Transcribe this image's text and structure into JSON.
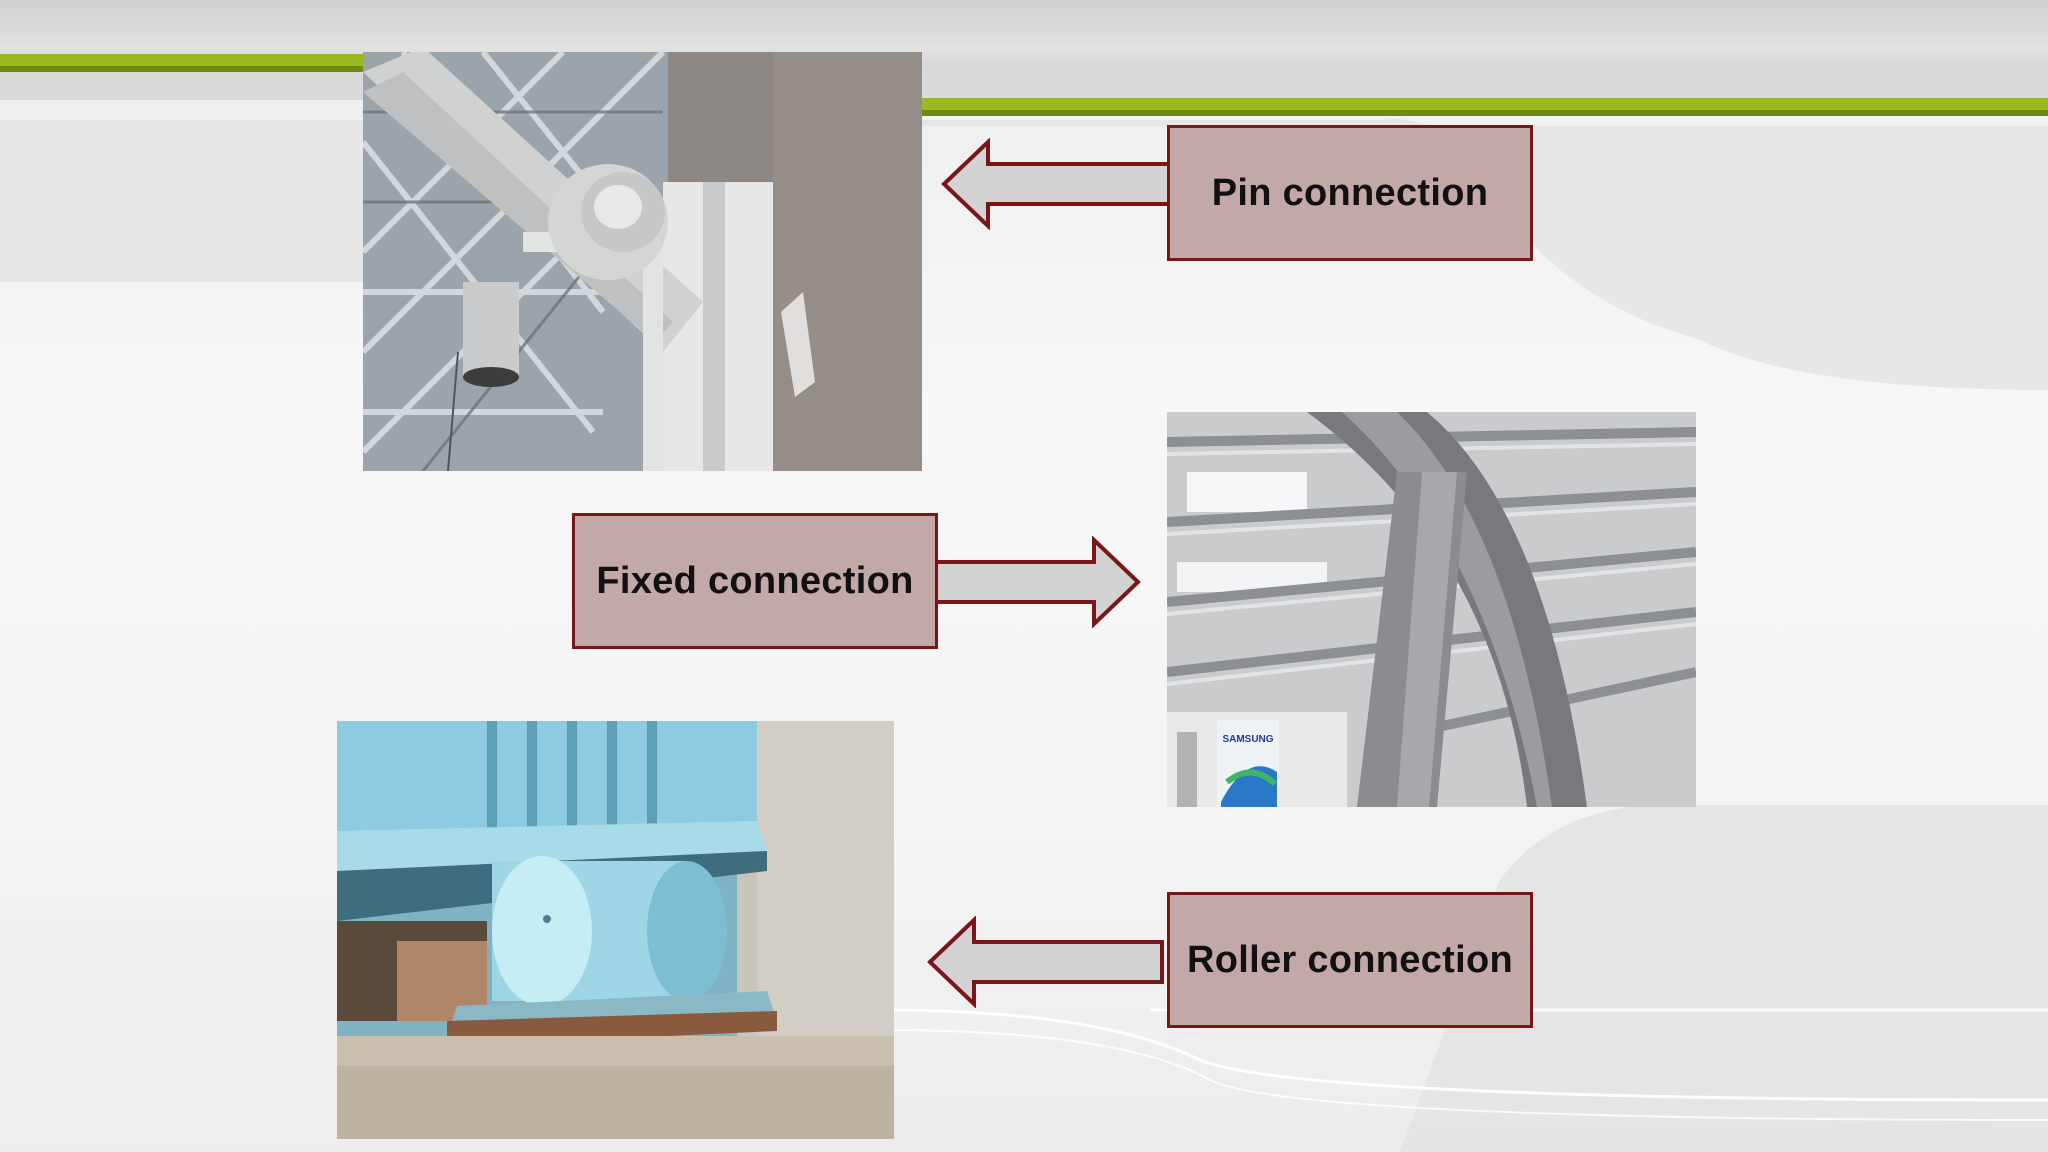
{
  "slide": {
    "labels": {
      "pin": "Pin connection",
      "fixed": "Fixed connection",
      "roller": "Roller connection"
    }
  },
  "colors": {
    "label_fill": "#c3a8a8",
    "label_border": "#7a1518",
    "accent_green": "#9bb81e"
  },
  "photos": {
    "roller_photo": {
      "sign_text": "SAMSUNG"
    }
  }
}
